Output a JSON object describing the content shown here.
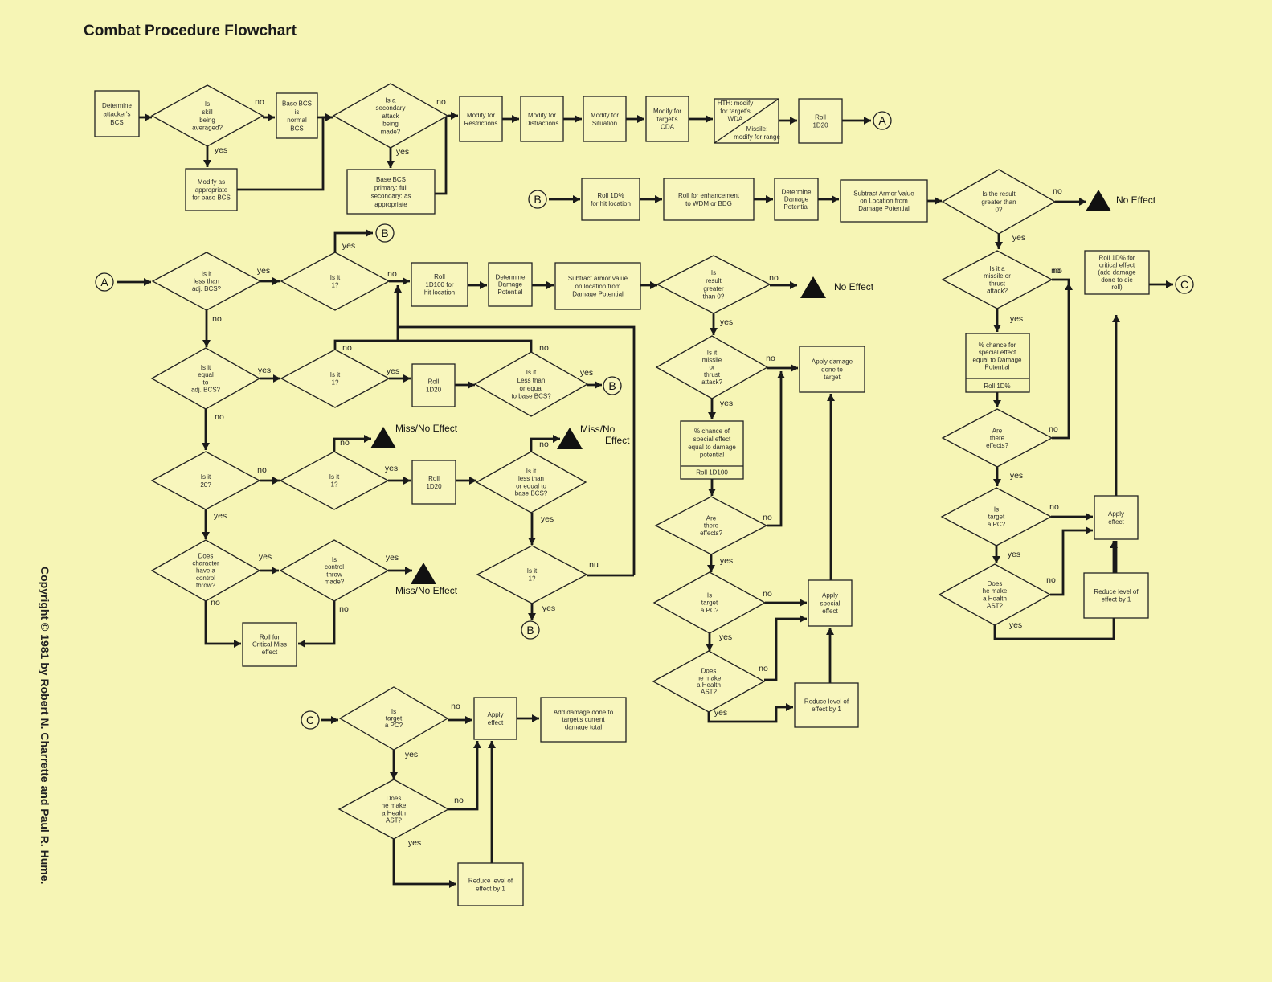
{
  "title": "Combat Procedure Flowchart",
  "copyright": "Copyright © 1981 by Robert N. Charrette and Paul R. Hume.",
  "nodes": {
    "n1": "Determine|attacker's|BCS",
    "d1": "Is|skill|being|averaged?",
    "n2": "Base BCS|is|normal|BCS",
    "n3": "Modify as|appropriate|for base BCS",
    "d2": "Is a|secondary|attack|being|made?",
    "n4": "Base BCS|primary: full|secondary: as|appropriate",
    "n5": "Modify for|Restrictions",
    "n6": "Modify for|Distractions",
    "n7": "Modify for|Situation",
    "n8": "Modify for|target's|CDA",
    "n9a": "HTH: modify|for target's|WDA",
    "n9b": "Missile:|modify for range",
    "n10": "Roll|1D20",
    "b1": "Roll 1D%|for hit location",
    "b2": "Roll for enhancement|to WDM or BDG",
    "b3": "Determine|Damage|Potential",
    "b4": "Subtract Armor Value|on Location from|Damage Potential",
    "bd1": "Is the result|greater than|0?",
    "rd1": "Is it a|missile or|thrust|attack?",
    "rn1": "% chance for|special effect|equal to Damage|Potential",
    "rn1b": "Roll 1D%",
    "rd2": "Are|there|effects?",
    "rd3": "Is|target|a PC?",
    "rd4": "Does|he make|a Health|AST?",
    "rn2": "Roll 1D% for|critical effect|(add damage|done to die|roll)",
    "rn3": "Apply|effect",
    "rn4": "Reduce level of|effect by 1",
    "ad1": "Is it|less than|adj. BCS?",
    "ad2": "Is it|1?",
    "an1": "Roll|1D100 for|hit location",
    "an2": "Determine|Damage|Potential",
    "an3": "Subtract armor value|on location from|Damage Potential",
    "ad3": "Is|result|greater|than 0?",
    "ad4": "Is it|equal|to|adj. BCS?",
    "ad5": "Is it|1?",
    "an4": "Roll|1D20",
    "ad6": "Is it|Less than|or equal|to base BCS?",
    "ad7": "Is it|20?",
    "ad8": "Is it|1?",
    "an5": "Roll|1D20",
    "ad9": "Is it|less than|or equal to|base BCS?",
    "ad10": "Is it|1?",
    "ad11": "Does|character|have a|control|throw?",
    "ad12": "Is|control|throw|made?",
    "an6": "Roll for|Critical Miss|effect",
    "md1": "Is it|missile|or|thrust|attack?",
    "mn1": "% chance of|special effect|equal to damage|potential",
    "mn1b": "Roll 1D100",
    "md2": "Are|there|effects?",
    "md3": "Is|target|a PC?",
    "md4": "Does|he make|a Health|AST?",
    "mn2": "Apply damage|done to|target",
    "mn3": "Apply|special|effect",
    "mn4": "Reduce level of|effect by 1",
    "cd1": "Is|target|a PC?",
    "cd2": "Does|he make|a Health|AST?",
    "cn1": "Apply|effect",
    "cn2": "Add damage done to|target's current|damage total",
    "cn3": "Reduce level of|effect by 1"
  },
  "connectors": {
    "A": "A",
    "B": "B",
    "C": "C"
  },
  "labels": {
    "yes": "yes",
    "no": "no",
    "no_ocr": "nu"
  },
  "terminals": {
    "no_effect": "No Effect",
    "miss_no_effect": "Miss/No Effect",
    "miss_no": "Miss/No",
    "effect": "Effect"
  },
  "colors": {
    "paper": "#f6f5b5",
    "ink": "#1a1a1a"
  }
}
